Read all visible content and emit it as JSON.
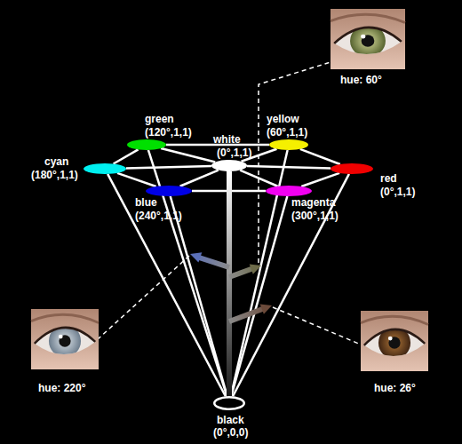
{
  "diagram": {
    "nodes": [
      {
        "text": [
          "hue: 60°"
        ]
      },
      {
        "text": [
          "green",
          "(120°,1,1)"
        ]
      },
      {
        "text": [
          "yellow",
          "(60°,1,1)"
        ]
      },
      {
        "text": [
          "cyan",
          "(180°,1,1)"
        ]
      },
      {
        "text": [
          "white",
          "(0°,1,1)"
        ]
      },
      {
        "text": [
          "red",
          "(0°,1,1)"
        ]
      },
      {
        "text": [
          "blue",
          "(240°,1,1)"
        ]
      },
      {
        "text": [
          "magenta",
          "(300°,1,1)"
        ]
      },
      {
        "text": [
          "hue: 220°"
        ]
      },
      {
        "text": [
          "hue: 26°"
        ]
      },
      {
        "text": [
          "black",
          "(0°,0,0)"
        ]
      }
    ],
    "edges": [
      {
        "from": 1,
        "to": 2,
        "arrow": "none"
      },
      {
        "from": 2,
        "to": 5,
        "arrow": "none"
      },
      {
        "from": 5,
        "to": 7,
        "arrow": "none"
      },
      {
        "from": 7,
        "to": 6,
        "arrow": "none"
      },
      {
        "from": 6,
        "to": 3,
        "arrow": "none"
      },
      {
        "from": 3,
        "to": 1,
        "arrow": "none"
      },
      {
        "from": 4,
        "to": 1,
        "arrow": "none"
      },
      {
        "from": 4,
        "to": 2,
        "arrow": "none"
      },
      {
        "from": 4,
        "to": 3,
        "arrow": "none"
      },
      {
        "from": 4,
        "to": 5,
        "arrow": "none"
      },
      {
        "from": 4,
        "to": 6,
        "arrow": "none"
      },
      {
        "from": 4,
        "to": 7,
        "arrow": "none"
      },
      {
        "from": 1,
        "to": 10,
        "arrow": "none"
      },
      {
        "from": 2,
        "to": 10,
        "arrow": "none"
      },
      {
        "from": 3,
        "to": 10,
        "arrow": "none"
      },
      {
        "from": 5,
        "to": 10,
        "arrow": "none"
      },
      {
        "from": 6,
        "to": 10,
        "arrow": "none"
      },
      {
        "from": 7,
        "to": 10,
        "arrow": "none"
      },
      {
        "from": 4,
        "to": 10,
        "arrow": "none"
      }
    ]
  }
}
